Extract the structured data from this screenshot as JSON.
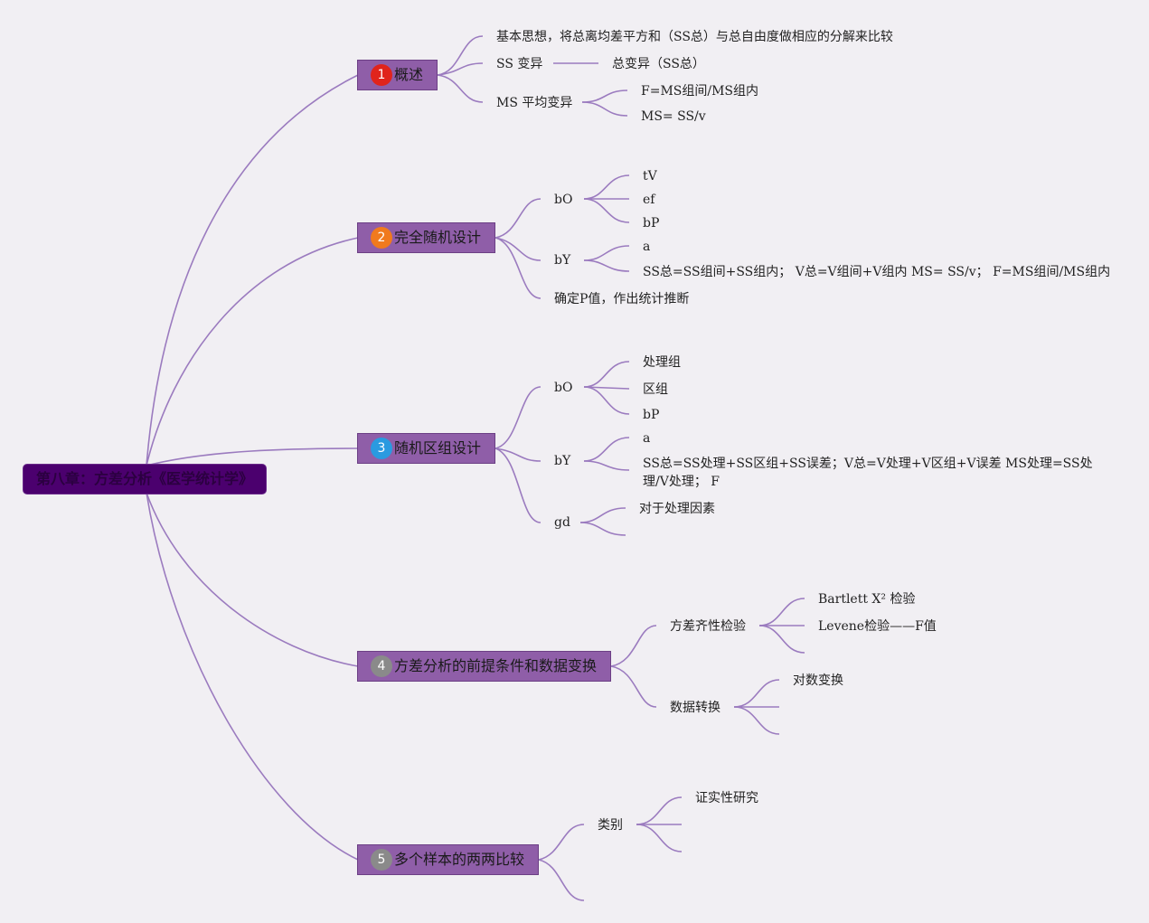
{
  "colors": {
    "line": "#9b7bbf",
    "branch_fill": "#8f5ea8",
    "root_fill": "#4b006e",
    "badge1": "#e0241c",
    "badge2": "#f07a1e",
    "badge3": "#2a9ae0",
    "badge4": "#8a8a8a",
    "badge5": "#8a8a8a"
  },
  "root": {
    "label": "第八章：方差分析《医学统计学》"
  },
  "b1": {
    "num": "1",
    "label": "概述",
    "idea": "基本思想，将总离均差平方和（SS总）与总自由度做相应的分解来比较",
    "ss": "SS 变异",
    "ss_total": "总变异（SS总）",
    "ms": "MS 平均变异",
    "ms_f": "F=MS组间/MS组内",
    "ms_def": "MS= SS/v"
  },
  "b2": {
    "num": "2",
    "label": "完全随机设计",
    "bo": "bO",
    "bo_items": [
      "tV",
      "ef",
      "bP"
    ],
    "by": "bY",
    "by_a": "a",
    "by_formula": "SS总=SS组间+SS组内； V总=V组间+V组内 MS= SS/v； F=MS组间/MS组内",
    "conclude": "确定P值，作出统计推断"
  },
  "b3": {
    "num": "3",
    "label": "随机区组设计",
    "bo": "bO",
    "bo_items": [
      "处理组",
      "区组",
      "bP"
    ],
    "by": "bY",
    "by_a": "a",
    "by_formula": "SS总=SS处理+SS区组+SS误差；V总=V处理+V区组+V误差 MS处理=SS处理/V处理； F",
    "gd": "gd",
    "gd_item": "对于处理因素"
  },
  "b4": {
    "num": "4",
    "label": "方差分析的前提条件和数据变换",
    "homog": "方差齐性检验",
    "bartlett": "Bartlett X² 检验",
    "levene": "Levene检验——F值",
    "transform": "数据转换",
    "log": "对数变换"
  },
  "b5": {
    "num": "5",
    "label": "多个样本的两两比较",
    "type": "类别",
    "confirm": "证实性研究"
  }
}
